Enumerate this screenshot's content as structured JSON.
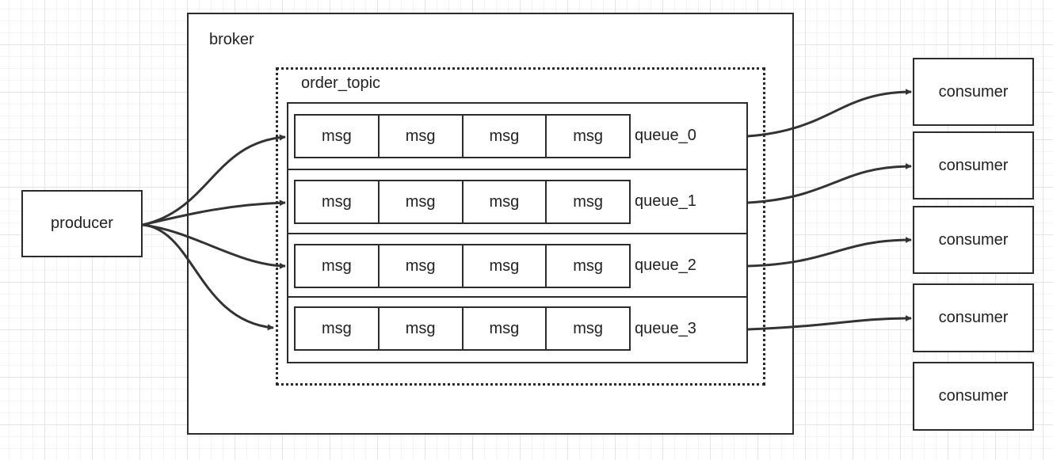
{
  "diagram": {
    "producer": "producer",
    "broker": "broker",
    "topic": "order_topic",
    "queues": [
      {
        "name": "queue_0",
        "messages": [
          "msg",
          "msg",
          "msg",
          "msg"
        ]
      },
      {
        "name": "queue_1",
        "messages": [
          "msg",
          "msg",
          "msg",
          "msg"
        ]
      },
      {
        "name": "queue_2",
        "messages": [
          "msg",
          "msg",
          "msg",
          "msg"
        ]
      },
      {
        "name": "queue_3",
        "messages": [
          "msg",
          "msg",
          "msg",
          "msg"
        ]
      }
    ],
    "consumers": [
      "consumer",
      "consumer",
      "consumer",
      "consumer",
      "consumer"
    ]
  }
}
